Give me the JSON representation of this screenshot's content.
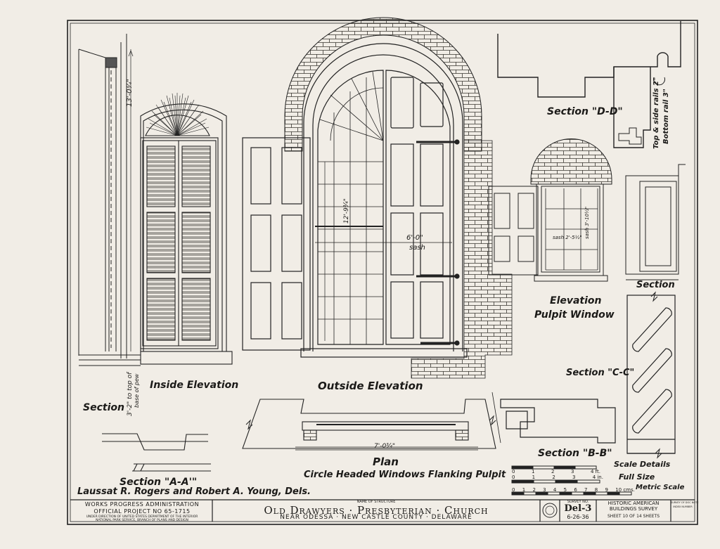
{
  "labels": {
    "inside_elevation": "Inside Elevation",
    "outside_elevation": "Outside Elevation",
    "section_left": "Section",
    "section_aa": "Section \"A-A'\"",
    "section_dd": "Section \"D-D\"",
    "section_cc": "Section \"C-C\"",
    "section_bb": "Section \"B-B\"",
    "section_right": "Section",
    "elevation_pulpit": "Elevation",
    "pulpit_window": "Pulpit Window",
    "plan": "Plan",
    "circle_headed": "Circle Headed Windows Flanking Pulpit",
    "top_side_rails": "Top & side rails 2\"",
    "bottom_rail": "Bottom rail 3\""
  },
  "dimensions": {
    "height_left": "13'-0¾\"",
    "floor_note_1": "3'-2\" to top of",
    "floor_note_2": "base of pew",
    "sash_height": "12'-9¾\"",
    "sash_width": "6'-0\"",
    "sash_word": "sash",
    "plan_width": "7'-0¾\"",
    "pulpit_sash_h": "sash 3'-10½\"",
    "pulpit_sash_w": "sash 2'-5½\""
  },
  "scales": {
    "details_label": "Scale Details",
    "details_ticks": [
      "0",
      "1",
      "2",
      "3",
      "4 ft."
    ],
    "full_size_label": "Full Size",
    "full_ticks": [
      "0",
      "1",
      "2",
      "3",
      "4 in."
    ],
    "metric_label": "Metric Scale",
    "metric_ticks": [
      "0",
      "1",
      "2",
      "3",
      "4",
      "5",
      "6",
      "7",
      "8",
      "9",
      "10 cms."
    ]
  },
  "credits": "Laussat R. Rogers and Robert A. Young, Dels.",
  "title_block": {
    "agency_1": "WORKS PROGRESS ADMINISTRATION",
    "agency_2": "OFFICIAL PROJECT NO 65-1715",
    "agency_3": "UNDER DIRECTION OF UNITED STATES DEPARTMENT OF THE INTERIOR",
    "agency_4": "NATIONAL PARK SERVICE, BRANCH OF PLANS AND DESIGN",
    "name_caption": "NAME OF STRUCTURE",
    "structure_name": "Old Drawyers · Presbyterian · Church",
    "location": "Near Odessa · New Castle County · Delaware",
    "survey_caption": "SURVEY NO.",
    "survey_no": "Del-3",
    "date": "6-26-36",
    "habs_1": "HISTORIC AMERICAN",
    "habs_2": "BUILDINGS SURVEY",
    "sheet": "SHEET 10 OF 14 SHEETS",
    "copy_1": "SURVEY OF DOC NOTE",
    "copy_2": "INDEX NUMBER"
  }
}
